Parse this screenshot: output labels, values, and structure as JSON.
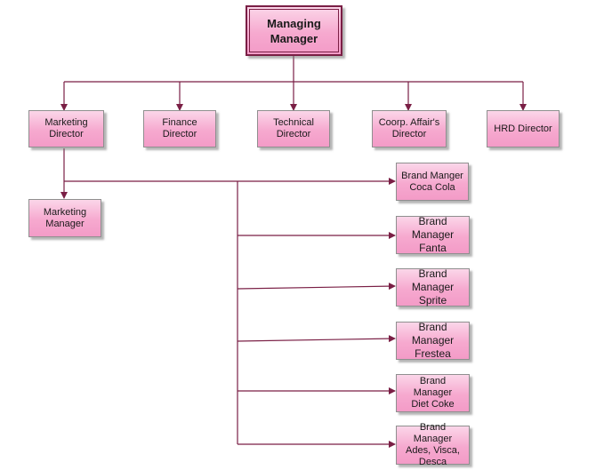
{
  "nodes": {
    "ceo": "Managing\nManager",
    "marketing_director": "Marketing\nDirector",
    "finance_director": "Finance Director",
    "technical_director": "Technical\nDirector",
    "corp_affairs_director": "Coorp. Affair's\nDirector",
    "hrd_director": "HRD Director",
    "marketing_manager": "Marketing\nManager",
    "bm_coca_cola": "Brand Manger\nCoca Cola",
    "bm_fanta": "Brand Manager\nFanta",
    "bm_sprite": "Brand Manager\nSprite",
    "bm_frestea": "Brand Manager\nFrestea",
    "bm_diet_coke": "Brand Manager\nDiet Coke",
    "bm_ades": "Brand Manager\nAdes, Visca,\nDesca"
  },
  "colors": {
    "box_fill_top": "#fbd6e9",
    "box_fill_bottom": "#f39bc7",
    "connector": "#7a1f45"
  }
}
